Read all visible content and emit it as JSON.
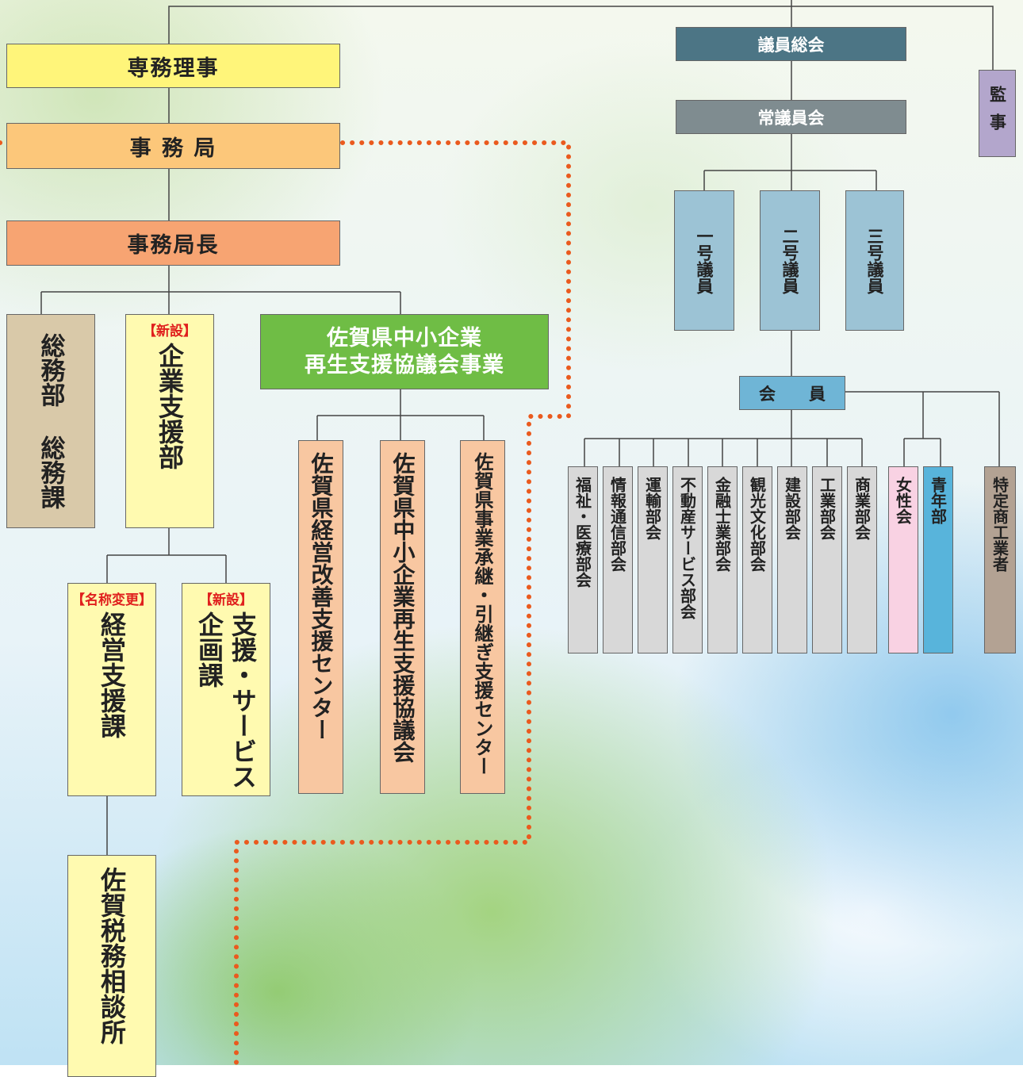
{
  "left": {
    "director": "専務理事",
    "secretariat": "事 務 局",
    "secretary_general": "事務局長",
    "general_affairs": "総務部 総務課",
    "business_support": {
      "tag": "【新設】",
      "label": "企業支援部"
    },
    "management_support": {
      "tag": "【名称変更】",
      "label": "経営支援課"
    },
    "service_planning": {
      "tag": "【新設】",
      "label_a": "支援・サービス",
      "label_b": "企画課"
    },
    "tax_consult": "佐賀税務相談所"
  },
  "council": {
    "title_line1": "佐賀県中小企業",
    "title_line2": "再生支援協議会事業",
    "centers": [
      "佐賀県経営改善支援センター",
      "佐賀県中小企業再生支援協議会",
      "佐賀県事業承継・引継ぎ支援センター"
    ]
  },
  "right": {
    "general_assembly": "議員総会",
    "standing_assembly": "常議員会",
    "auditor": "監事",
    "councillors": [
      "一号議員",
      "二号議員",
      "三号議員"
    ],
    "members": "会　　員",
    "subcommittees": [
      "福祉・医療部会",
      "情報通信部会",
      "運輸部会",
      "不動産サービス部会",
      "金融士業部会",
      "観光文化部会",
      "建設部会",
      "工業部会",
      "商業部会"
    ],
    "womens": "女性会",
    "youth": "青年部",
    "specified": "特定商工業者"
  },
  "colors": {
    "yellow": "#fff57a",
    "light_orange": "#fcc77a",
    "orange": "#f7a472",
    "green": "#6fbd45",
    "peach": "#f8c7a1",
    "beige": "#d9c9a9",
    "pale_yellow": "#fffab0",
    "teal": "#4c7585",
    "slate": "#7f8c90",
    "light_blue": "#9cc3d5",
    "blue": "#6fb5d6",
    "grey": "#d8d8d8",
    "pink": "#f9d2e3",
    "cyan": "#58b4db",
    "taupe": "#b3a293",
    "lavender": "#b3a6cc",
    "dots": "#ea5a1e"
  }
}
